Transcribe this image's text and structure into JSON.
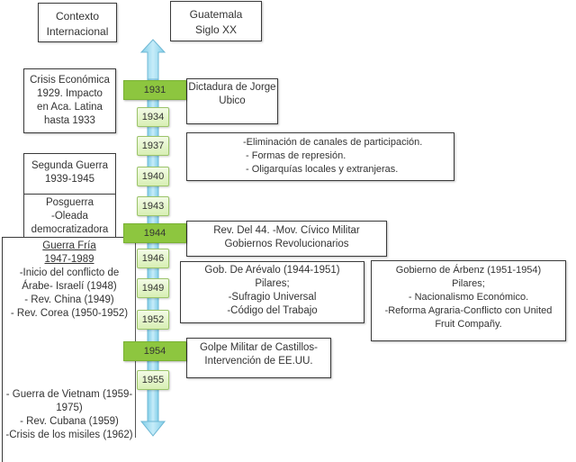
{
  "headers": {
    "international": [
      "Contexto",
      "Internacional"
    ],
    "guatemala": [
      "Guatemala",
      "Siglo XX"
    ]
  },
  "timeline": {
    "colors": {
      "arrow": "#a8def2",
      "major": "#8dc63f",
      "minor": "#e6f5cc"
    },
    "years": [
      {
        "label": "1931",
        "kind": "major"
      },
      {
        "label": "1934",
        "kind": "minor"
      },
      {
        "label": "1937",
        "kind": "minor"
      },
      {
        "label": "1940",
        "kind": "minor"
      },
      {
        "label": "1943",
        "kind": "minor"
      },
      {
        "label": "1944",
        "kind": "major"
      },
      {
        "label": "1946",
        "kind": "minor"
      },
      {
        "label": "1949",
        "kind": "minor"
      },
      {
        "label": "1952",
        "kind": "minor"
      },
      {
        "label": "1954",
        "kind": "major"
      },
      {
        "label": "1955",
        "kind": "minor"
      }
    ]
  },
  "international": {
    "crisis": [
      "Crisis Económica",
      "1929. Impacto",
      "en Aca. Latina",
      "hasta 1933"
    ],
    "ww2": [
      "Segunda Guerra",
      "1939-1945"
    ],
    "posguerra": [
      "Posguerra",
      "-Oleada",
      "democratizadora"
    ],
    "guerra_fria": {
      "title": "Guerra Fría",
      "years": "1947-1989",
      "items": [
        "-Inicio del conflicto de",
        "Árabe- Israelí (1948)",
        "- Rev. China (1949)",
        "- Rev. Corea (1950-1952)"
      ],
      "later_items": [
        "- Guerra de Vietnam (1959-",
        "1975)",
        "- Rev. Cubana (1959)",
        "-Crisis de los misiles (1962)"
      ]
    }
  },
  "guatemala": {
    "ubico": [
      "Dictadura de Jorge",
      "Ubico"
    ],
    "ubico_features": [
      "-Eliminación de canales de participación.",
      "- Formas de represión.",
      "- Oligarquías locales y extranjeras."
    ],
    "revolucion": [
      "Rev. Del 44. -Mov. Cívico Militar",
      "Gobiernos Revolucionarios"
    ],
    "arevalo": [
      "Gob. De Arévalo (1944-1951)",
      "Pilares;",
      "-Sufragio Universal",
      "-Código del Trabajo"
    ],
    "arbenz": [
      "Gobierno de Árbenz  (1951-1954)",
      "Pilares;",
      "- Nacionalismo Económico.",
      "-Reforma Agraria-Conflicto con United",
      "Fruit Compañy."
    ],
    "golpe": [
      "Golpe Militar de Castillos-",
      "Intervención de EE.UU."
    ]
  }
}
